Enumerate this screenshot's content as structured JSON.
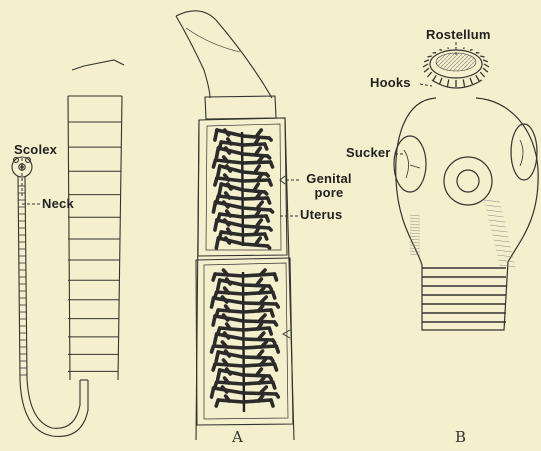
{
  "figure": {
    "palette": {
      "paper": "#f4efcc",
      "ink": "#333333",
      "uterus": "#2b2b2b"
    },
    "panels": [
      {
        "letter": "A"
      },
      {
        "letter": "B"
      }
    ],
    "labels": {
      "scolex": "Scolex",
      "neck": "Neck",
      "genital_pore": "Genital pore",
      "uterus": "Uterus",
      "rostellum": "Rostellum",
      "hooks": "Hooks",
      "sucker": "Sucker"
    }
  }
}
